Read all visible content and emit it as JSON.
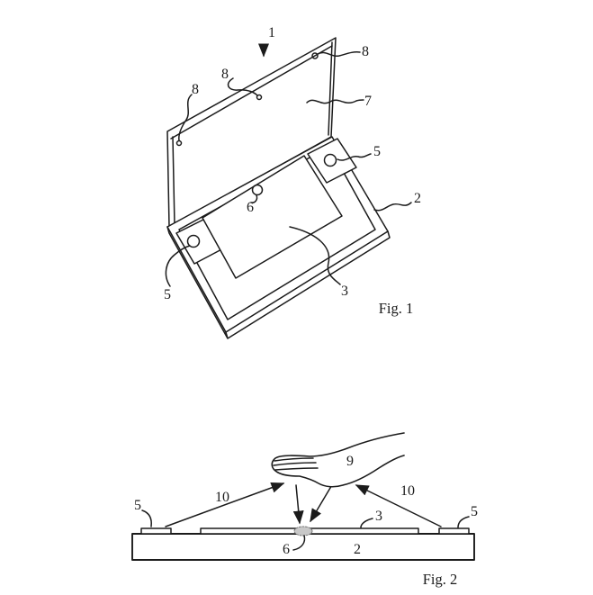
{
  "colors": {
    "background": "#ffffff",
    "ink": "#1b1b1b",
    "contact_spot": "#c8c8c8"
  },
  "figure1": {
    "caption": "Fig. 1",
    "reference_numerals": [
      "1",
      "8",
      "8",
      "8",
      "7",
      "5",
      "2",
      "6",
      "5",
      "3"
    ]
  },
  "figure2": {
    "caption": "Fig. 2",
    "reference_numerals": [
      "9",
      "10",
      "10",
      "5",
      "5",
      "3",
      "6",
      "2"
    ]
  }
}
